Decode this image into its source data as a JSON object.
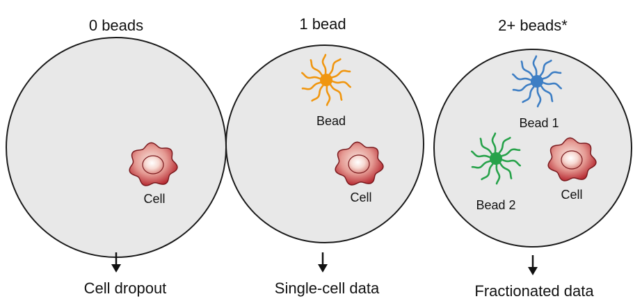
{
  "droplets": [
    {
      "title": "0 beads",
      "outcome": "Cell dropout",
      "cell_label": "Cell",
      "beads": []
    },
    {
      "title": "1 bead",
      "outcome": "Single-cell data",
      "cell_label": "Cell",
      "beads": [
        {
          "label": "Bead",
          "color": "#F0960F"
        }
      ]
    },
    {
      "title": "2+ beads*",
      "outcome": "Fractionated data",
      "cell_label": "Cell",
      "beads": [
        {
          "label": "Bead 1",
          "color": "#3D7EC4"
        },
        {
          "label": "Bead 2",
          "color": "#27A24A"
        }
      ]
    }
  ],
  "colors": {
    "droplet_fill": "#E8E8E8",
    "droplet_stroke": "#1A1A1A",
    "cell_outer": "#B5272F",
    "cell_inner": "#F6D7CF",
    "cell_nucleus_edge": "#7A1A1E",
    "arrow": "#111111"
  }
}
